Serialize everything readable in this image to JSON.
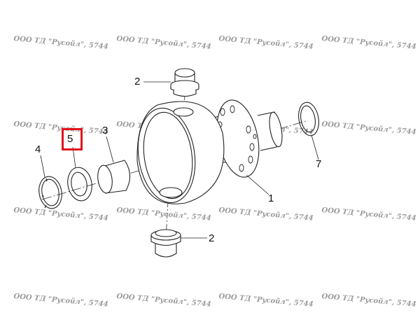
{
  "watermark": "ООО ТД \"Русойл\", 5744",
  "highlight_color": "#e0141e",
  "callouts": {
    "housing": "1",
    "plug_top": "2",
    "plug_bottom": "2",
    "bushing": "3",
    "retaining_ring": "4",
    "washer": "5",
    "seal_ring": "7"
  }
}
